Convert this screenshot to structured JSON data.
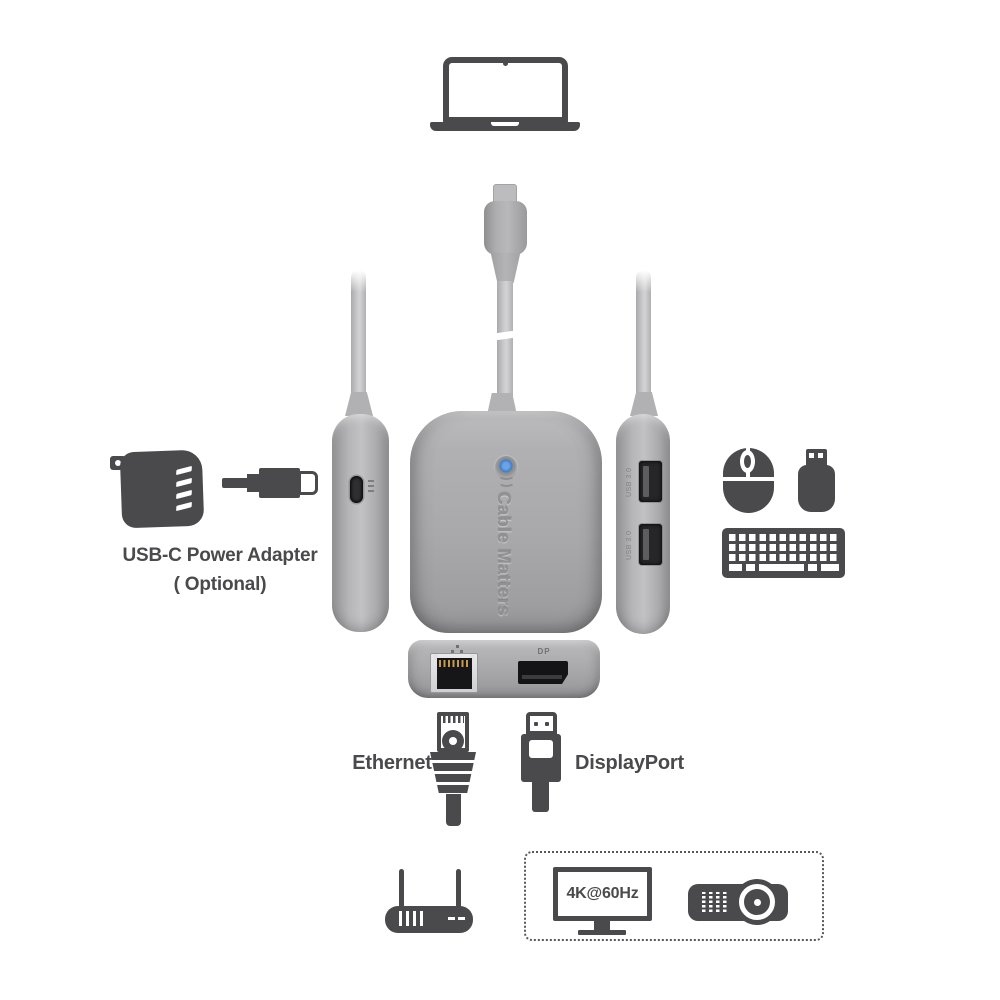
{
  "page": {
    "type": "product-connectivity-diagram",
    "background": "#ffffff"
  },
  "colors": {
    "icon_dark": "#4a4a4c",
    "device_gray": "#ababad",
    "cable_gray": "#c8c8ca",
    "led_blue": "#4a86d8",
    "gold_pins": "#c79b4a",
    "text": "#4a4a4c"
  },
  "hub": {
    "brand_text": "Cable Matters",
    "right_side": {
      "port_labels": [
        "USB 3.0",
        "USB 3.0"
      ]
    },
    "bottom": {
      "dp_label": "DP"
    }
  },
  "annotations": {
    "power_adapter_label": "USB-C Power Adapter",
    "power_adapter_note": "( Optional)",
    "ethernet_label": "Ethernet",
    "displayport_label": "DisplayPort",
    "monitor_resolution": "4K@60Hz"
  },
  "icons": {
    "laptop-icon": "css-shape",
    "usb-c-cable-connector-icon": "css-shape",
    "cable-matters-logo-icon": "css-shape",
    "hub-front-view": "css-shape",
    "hub-left-side-view": "css-shape",
    "hub-right-side-view": "css-shape",
    "hub-bottom-view": "css-shape",
    "power-adapter-icon": "css-shape",
    "usb-c-plug-icon": "css-shape",
    "mouse-icon": "css-shape",
    "usb-flash-drive-icon": "css-shape",
    "keyboard-icon": "css-shape",
    "ethernet-port-icon": "css-shape",
    "displayport-port-icon": "css-shape",
    "ethernet-plug-icon": "css-shape",
    "displayport-plug-icon": "css-shape",
    "router-icon": "css-shape",
    "monitor-icon": "css-shape",
    "projector-icon": "css-shape"
  }
}
